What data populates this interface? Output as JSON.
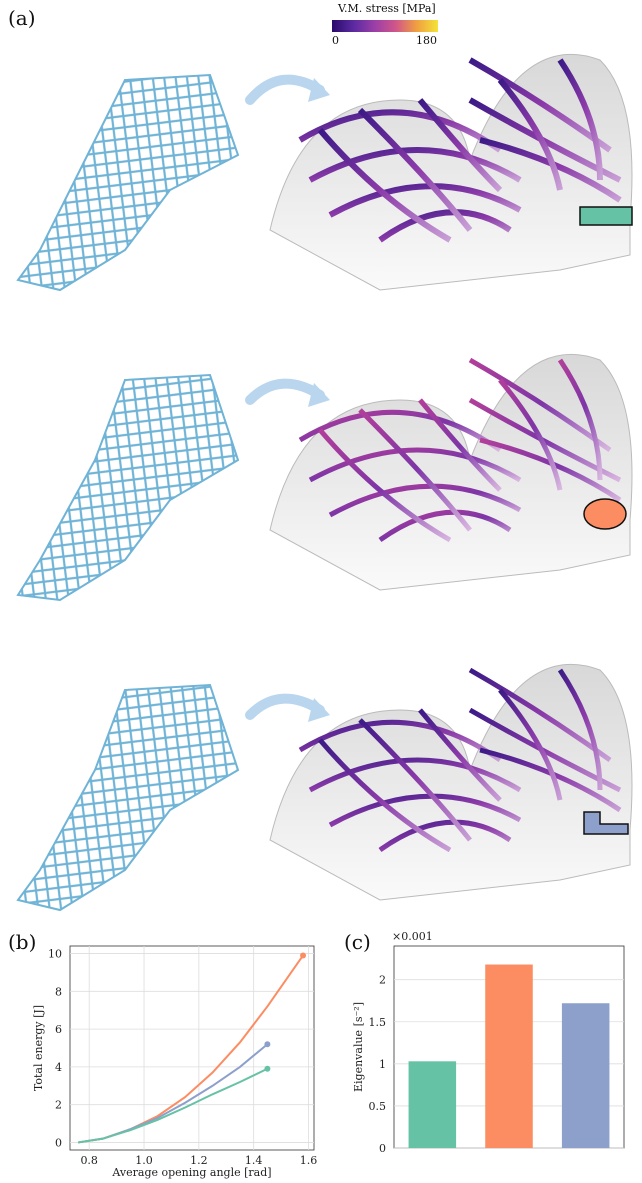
{
  "panels": {
    "a_label": "(a)",
    "b_label": "(b)",
    "c_label": "(c)"
  },
  "colorbar": {
    "title": "V.M. stress [MPa]",
    "min_label": "0",
    "max_label": "180",
    "colors": [
      "#2a0a6b",
      "#5a2aa0",
      "#9a3fa8",
      "#d0558a",
      "#f0a040",
      "#f4e33a"
    ]
  },
  "cross_sections": [
    {
      "shape": "rectangle",
      "color": "#66c2a5"
    },
    {
      "shape": "ellipse",
      "color": "#fc8d62"
    },
    {
      "shape": "l-shape",
      "color": "#8da0cb"
    }
  ],
  "chart_data": [
    {
      "type": "line",
      "xlabel": "Average opening angle [rad]",
      "ylabel": "Total energy [J]",
      "xlim": [
        0.73,
        1.62
      ],
      "ylim": [
        -0.4,
        10.4
      ],
      "xticks": [
        "0.8",
        "1.0",
        "1.2",
        "1.4",
        "1.6"
      ],
      "yticks": [
        "0",
        "2",
        "4",
        "6",
        "8",
        "10"
      ],
      "grid": true,
      "series": [
        {
          "color": "#fc8d62",
          "x": [
            0.76,
            0.85,
            0.95,
            1.05,
            1.15,
            1.25,
            1.35,
            1.45,
            1.58
          ],
          "y": [
            0.0,
            0.2,
            0.7,
            1.4,
            2.4,
            3.7,
            5.3,
            7.2,
            9.9
          ]
        },
        {
          "color": "#8da0cb",
          "x": [
            0.76,
            0.85,
            0.95,
            1.05,
            1.15,
            1.25,
            1.35,
            1.45
          ],
          "y": [
            0.0,
            0.2,
            0.7,
            1.3,
            2.1,
            3.0,
            4.0,
            5.2
          ]
        },
        {
          "color": "#66c2a5",
          "x": [
            0.76,
            0.85,
            0.95,
            1.05,
            1.15,
            1.25,
            1.35,
            1.45
          ],
          "y": [
            0.0,
            0.2,
            0.65,
            1.2,
            1.85,
            2.55,
            3.2,
            3.9
          ]
        }
      ]
    },
    {
      "type": "bar",
      "ylabel": "Eigenvalue [s⁻²]",
      "scale_note": "×0.001",
      "ylim": [
        0,
        2.4
      ],
      "yticks": [
        "0",
        "0.5",
        "1",
        "1.5",
        "2"
      ],
      "grid": true,
      "values": [
        1.03,
        2.18,
        1.72
      ],
      "colors": [
        "#66c2a5",
        "#fc8d62",
        "#8da0cb"
      ]
    }
  ]
}
